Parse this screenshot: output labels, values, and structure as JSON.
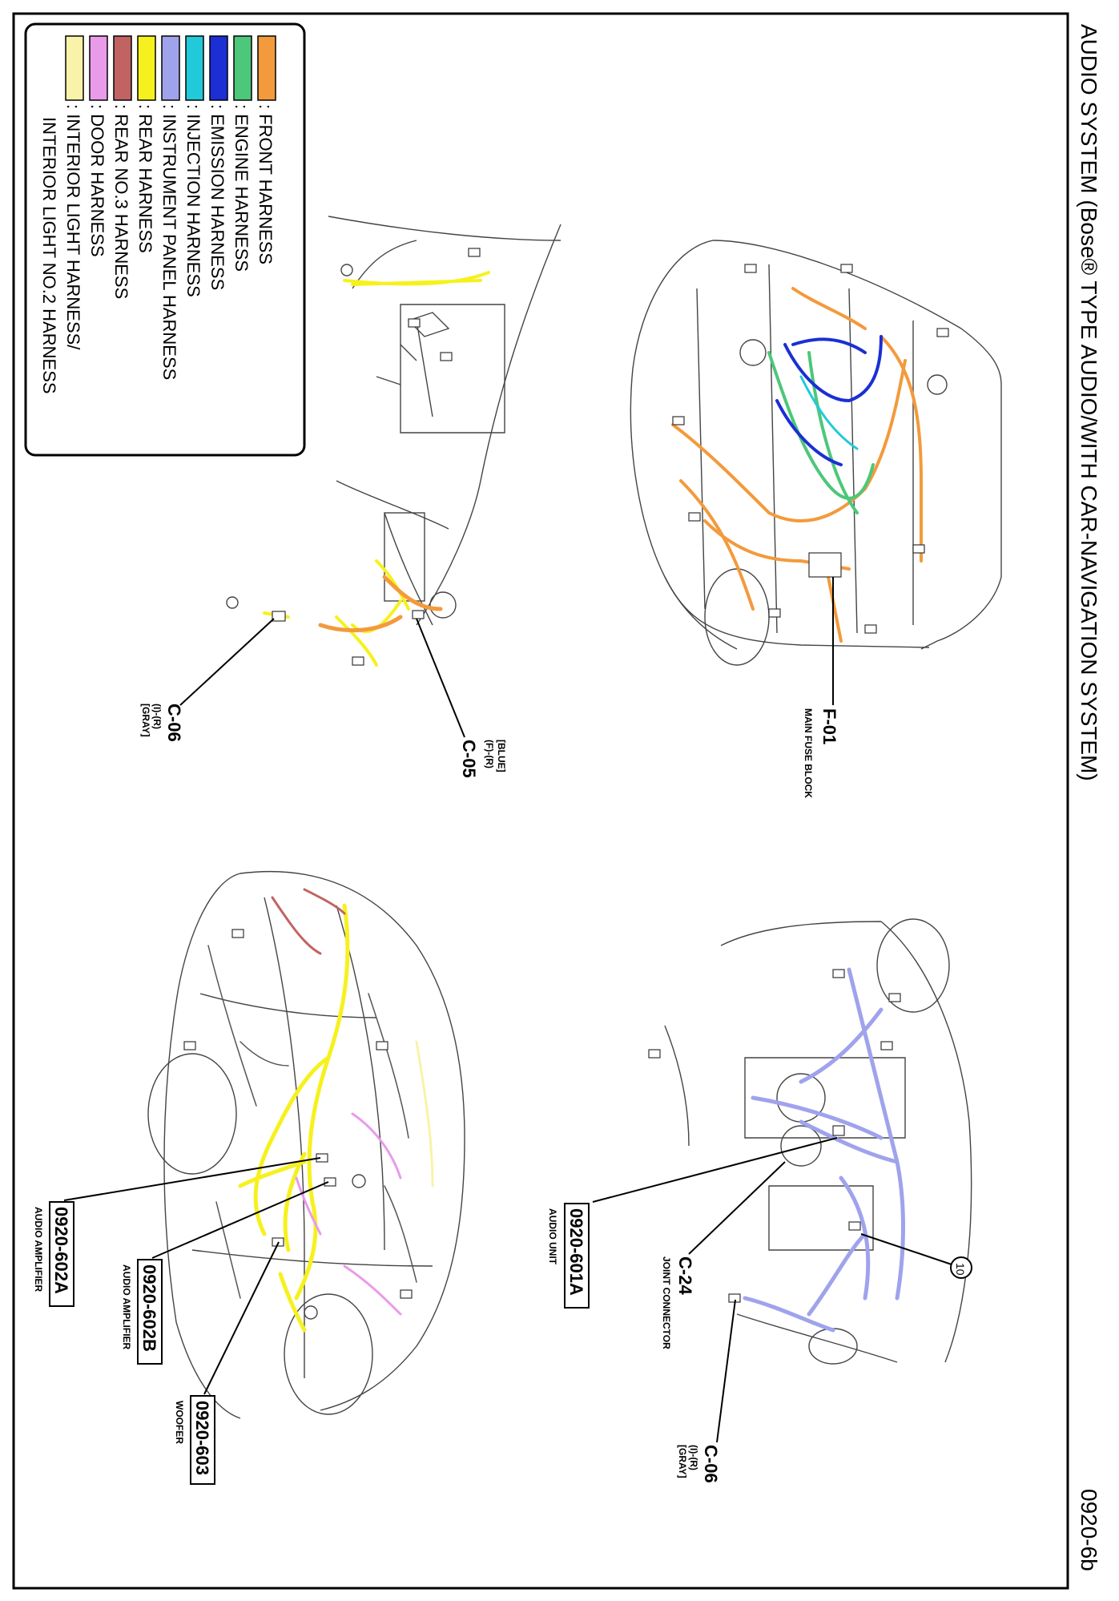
{
  "page": {
    "title": "AUDIO SYSTEM (Bose® TYPE AUDIO/WITH CAR-NAVIGATION SYSTEM)",
    "page_number": "0920-6b"
  },
  "legend": {
    "items": [
      {
        "label": ": FRONT HARNESS",
        "color": "#F39A3C"
      },
      {
        "label": ": ENGINE HARNESS",
        "color": "#4DC77A"
      },
      {
        "label": ": EMISSION HARNESS",
        "color": "#1B2FD4"
      },
      {
        "label": ": INJECTION HARNESS",
        "color": "#22C9D8"
      },
      {
        "label": ": INSTRUMENT PANEL HARNESS",
        "color": "#9FA3EC"
      },
      {
        "label": ": REAR HARNESS",
        "color": "#F6F11E"
      },
      {
        "label": ": REAR NO.3 HARNESS",
        "color": "#C26363"
      },
      {
        "label": ": DOOR HARNESS",
        "color": "#E99BEA"
      },
      {
        "label": ": INTERIOR LIGHT HARNESS/",
        "color": "#F8F3A8"
      }
    ],
    "last_item_line2": "INTERIOR LIGHT NO.2 HARNESS"
  },
  "callouts": {
    "f01": {
      "code": "F-01",
      "desc": "MAIN FUSE BLOCK"
    },
    "c05": {
      "code": "C-05",
      "l1": "(F)-(R)",
      "l2": "[BLUE]"
    },
    "c06_left": {
      "code": "C-06",
      "l1": "(I)-(R)",
      "l2": "[GRAY]"
    },
    "a601": {
      "code": "0920-601A",
      "desc": "AUDIO UNIT"
    },
    "c24": {
      "code": "C-24",
      "desc": "JOINT CONNECTOR"
    },
    "c06_right": {
      "code": "C-06",
      "l1": "(I)-(R)",
      "l2": "[GRAY]"
    },
    "circle10": {
      "label": "10"
    },
    "a602a": {
      "code": "0920-602A",
      "desc": "AUDIO AMPLIFIER"
    },
    "a602b": {
      "code": "0920-602B",
      "desc": "AUDIO AMPLIFIER"
    },
    "a603": {
      "code": "0920-603",
      "desc": "WOOFER"
    }
  }
}
